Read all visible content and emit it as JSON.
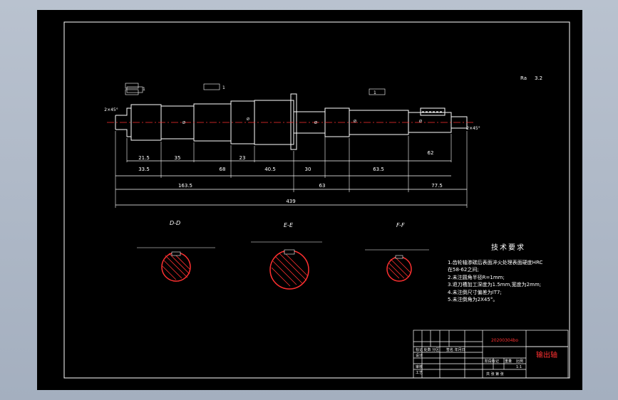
{
  "colors": {
    "background": "#000000",
    "line": "#ffffff",
    "dimension": "#ffffff",
    "red": "#ff3030",
    "yellow": "#ffff00",
    "green": "#00ff00",
    "hatch": "#ff3030"
  },
  "section_labels": {
    "d": "D-D",
    "e": "E-E",
    "f": "F-F"
  },
  "roughness": "3.2",
  "dims_small": [
    "21.5",
    "35",
    "23",
    "40.5",
    "30",
    "63.5",
    "62"
  ],
  "dims_mid": [
    "33.5",
    "68",
    "63",
    "77.5"
  ],
  "dims_big": [
    "163.5"
  ],
  "dim_total": "439",
  "chamfer_left": "2×45°",
  "chamfer_right": "2×45°",
  "tech": {
    "title": "技术要求",
    "lines": [
      "1.齿轮轴渗碳后表面淬火处理表面硬度HRC",
      "在58-62之间;",
      "2.未注圆角半径R=1mm;",
      "3.退刀槽加工深度为1.5mm,宽度为2mm;",
      "4.未注倒尺寸偏差为IT7;",
      "5.未注倒角为2X45°。"
    ]
  },
  "title_block": {
    "part_name": "输出轴",
    "drawing_no": "20200304bo",
    "rows": [
      "标记 处数 分区",
      "设计",
      "审核",
      "工艺"
    ],
    "mid": [
      "阶段标记",
      "重量",
      "比例",
      "1:1"
    ],
    "bottom": "共 张 第 张",
    "sign": "签名 年月日"
  }
}
